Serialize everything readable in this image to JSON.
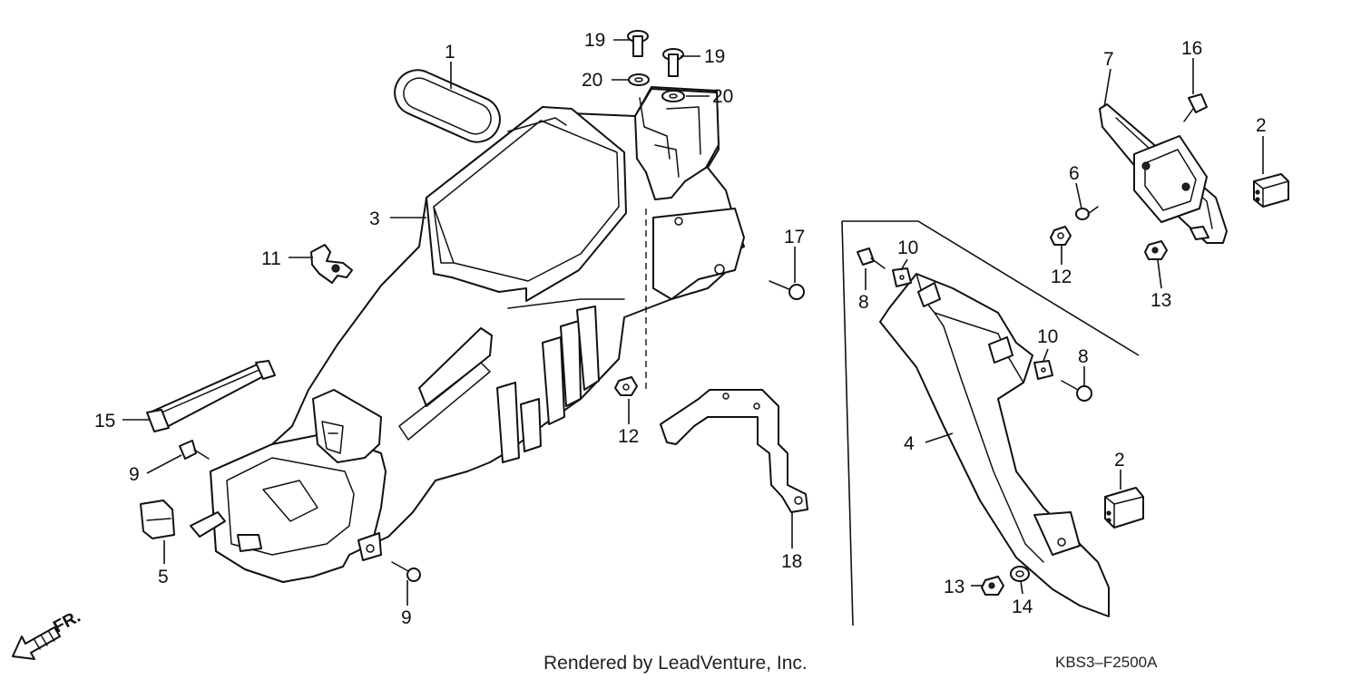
{
  "diagram": {
    "callouts": [
      "1",
      "2",
      "3",
      "4",
      "5",
      "6",
      "7",
      "8",
      "9",
      "10",
      "11",
      "12",
      "13",
      "14",
      "15",
      "16",
      "17",
      "18",
      "19",
      "20"
    ],
    "footer_text": "Rendered by LeadVenture, Inc.",
    "diagram_code": "KBS3–F2500A",
    "front_indicator": "FR."
  }
}
